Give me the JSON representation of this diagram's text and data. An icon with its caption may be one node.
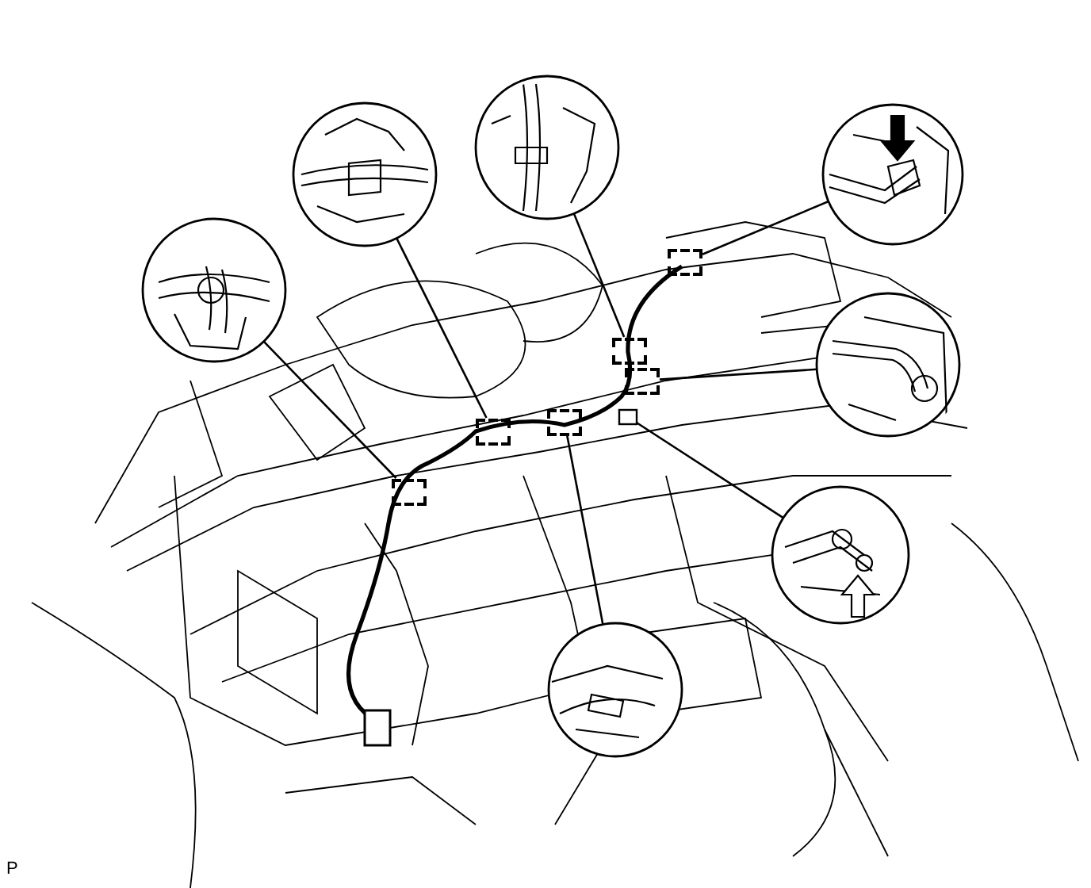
{
  "diagram": {
    "nodes": [
      {
        "text": [],
        "shape": "picture"
      },
      {
        "text": [],
        "shape": "picture"
      },
      {
        "text": [],
        "shape": "picture"
      },
      {
        "text": [],
        "shape": "picture"
      },
      {
        "text": [],
        "shape": "picture"
      },
      {
        "text": [],
        "shape": "picture"
      },
      {
        "text": [],
        "shape": "picture"
      },
      {
        "text": [],
        "shape": "box"
      },
      {
        "text": [],
        "shape": "box"
      },
      {
        "text": [],
        "shape": "box"
      },
      {
        "text": [],
        "shape": "box"
      },
      {
        "text": [],
        "shape": "box"
      },
      {
        "text": [],
        "shape": "box"
      },
      {
        "text": [],
        "shape": "box"
      }
    ],
    "edges": [
      {
        "from": 0,
        "to": 7,
        "arrow": "none"
      },
      {
        "from": 1,
        "to": 8,
        "arrow": "none"
      },
      {
        "from": 2,
        "to": 10,
        "arrow": "none"
      },
      {
        "from": 3,
        "to": 9,
        "arrow": "none"
      },
      {
        "from": 4,
        "to": 13,
        "arrow": "none"
      },
      {
        "from": 5,
        "to": 11,
        "arrow": "none"
      },
      {
        "from": 6,
        "to": 12,
        "arrow": "none"
      }
    ],
    "labels": [
      "P"
    ]
  }
}
